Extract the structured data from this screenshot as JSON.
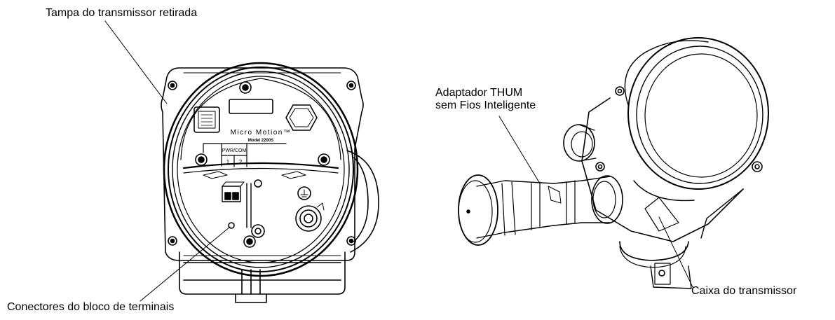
{
  "callouts": {
    "cover_removed": "Tampa do transmissor retirada",
    "thum_adapter_line1": "Adaptador THUM",
    "thum_adapter_line2": "sem Fios Inteligente",
    "transmitter_housing": "Caixa do transmissor",
    "terminal_connectors": "Conectores do bloco de terminais"
  },
  "device_panel": {
    "brand": "Micro Motion™",
    "model": "Model 2200S",
    "terminal_header": "PWR/COM",
    "terminal_1": "1",
    "terminal_2": "2"
  }
}
